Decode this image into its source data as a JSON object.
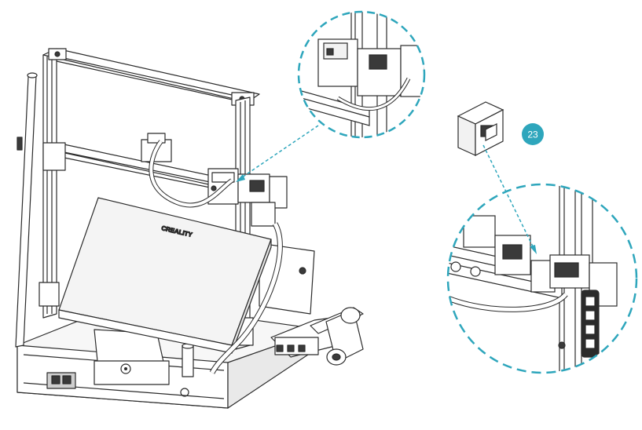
{
  "diagram": {
    "step_number": "23",
    "bed_brand_label": "CREALITY",
    "colors": {
      "accent": "#2ea6bc",
      "line": "#2b2b2b",
      "fill_light": "#f2f2f2",
      "fill_dark": "#3a3a3a"
    },
    "icons": {
      "printer": "3d-printer-assembly",
      "detail_callout": "magnifier-circle",
      "part": "cable-clip-part"
    }
  }
}
